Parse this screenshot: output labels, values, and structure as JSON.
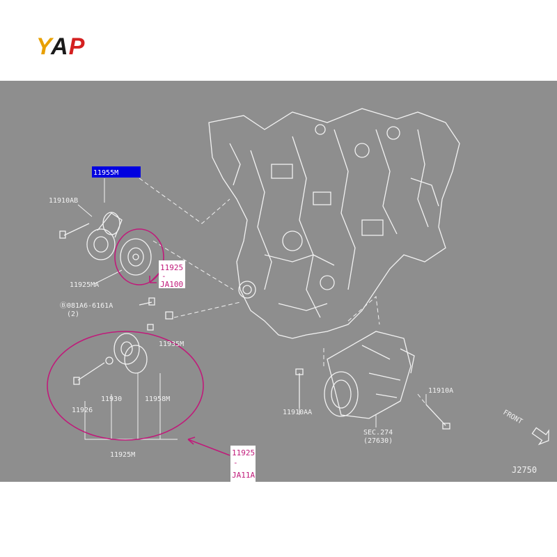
{
  "brand": {
    "logo_y": "Y",
    "logo_a": "A",
    "logo_p": "P"
  },
  "diagram": {
    "header_part": "11955M",
    "labels": {
      "p11910AB": "11910AB",
      "p11925MA": "11925MA",
      "bolt": "Ⓑ081A6-6161A",
      "bolt_qty": "(2)",
      "p11935M": "11935M",
      "p11926": "11926",
      "p11930": "11930",
      "p11958M": "11958M",
      "p11925M": "11925M",
      "p11910AA": "11910AA",
      "sec": "SEC.274",
      "sec_sub": "(27630)",
      "p11910A": "11910A",
      "front": "FRONT",
      "code": "J2750"
    },
    "callouts": {
      "upper": {
        "line1": "11925",
        "line2": "-",
        "line3": "JA100"
      },
      "lower": {
        "line1": "11925",
        "line2": "-",
        "line3": "JA11A"
      }
    }
  },
  "colors": {
    "panel": "#8e8e8e",
    "header_bg": "#0000e0",
    "highlight": "#c01a7a",
    "line": "#f2f2f2"
  }
}
